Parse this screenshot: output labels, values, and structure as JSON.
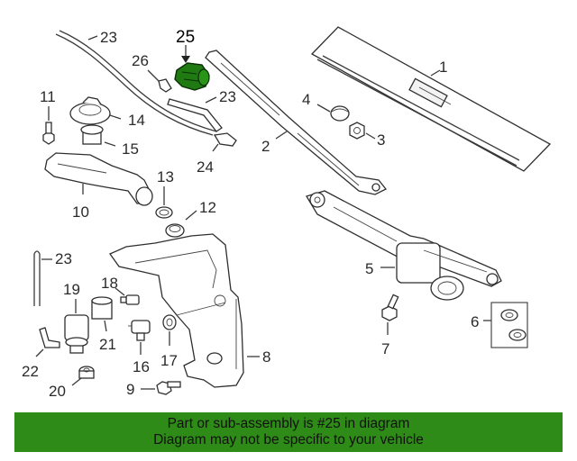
{
  "diagram": {
    "highlighted_part": "25",
    "highlight_color": "#1f7a12",
    "callouts": {
      "c1": "1",
      "c2": "2",
      "c3": "3",
      "c4": "4",
      "c5": "5",
      "c6": "6",
      "c7": "7",
      "c8": "8",
      "c9": "9",
      "c10": "10",
      "c11": "11",
      "c12": "12",
      "c13": "13",
      "c14": "14",
      "c15": "15",
      "c16": "16",
      "c17": "17",
      "c18": "18",
      "c19": "19",
      "c20": "20",
      "c21": "21",
      "c22": "22",
      "c23a": "23",
      "c23b": "23",
      "c23c": "23",
      "c24": "24",
      "c25": "25",
      "c26": "26"
    }
  },
  "banner": {
    "line1": "Part or sub-assembly is #25 in diagram",
    "line2": "Diagram may not be specific to your vehicle",
    "color": "#2e8b17"
  }
}
